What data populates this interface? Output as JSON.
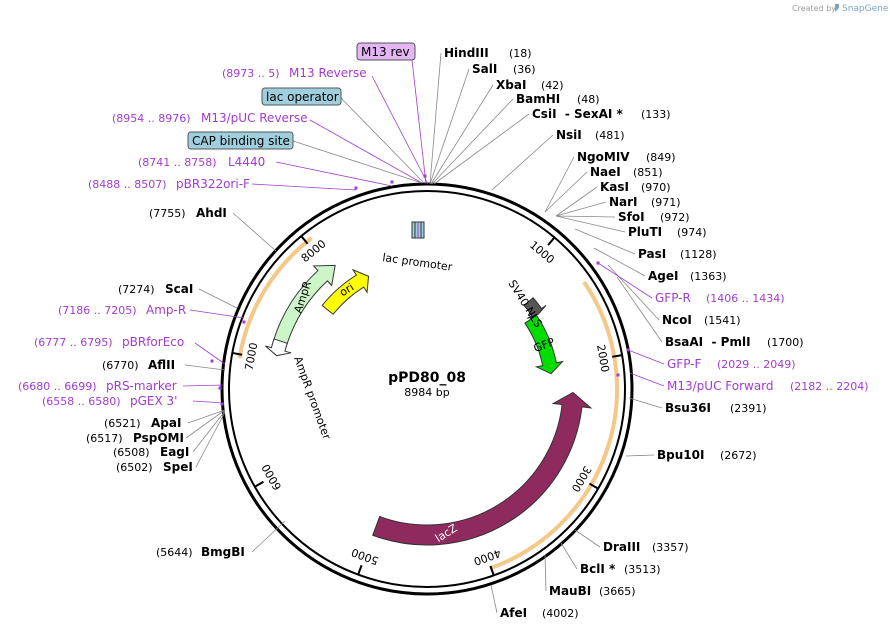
{
  "plasmid": {
    "name": "pPD80_08",
    "length_label": "8984 bp",
    "total_bp": 8984
  },
  "credit": {
    "created_by": "Created by",
    "brand": "SnapGene"
  },
  "ticks": [
    "1000",
    "2000",
    "3000",
    "4000",
    "5000",
    "6000",
    "7000",
    "8000"
  ],
  "sites_right": [
    {
      "name": "HindIII",
      "pos": "(18)"
    },
    {
      "name": "SalI",
      "pos": "(36)"
    },
    {
      "name": "XbaI",
      "pos": "(42)"
    },
    {
      "name": "BamHI",
      "pos": "(48)"
    },
    {
      "name": "CsiI  - SexAI *",
      "pos": "(133)"
    },
    {
      "name": "NsiI",
      "pos": "(481)"
    },
    {
      "name": "NgoMIV",
      "pos": "(849)"
    },
    {
      "name": "NaeI",
      "pos": "(851)"
    },
    {
      "name": "KasI",
      "pos": "(970)"
    },
    {
      "name": "NarI",
      "pos": "(971)"
    },
    {
      "name": "SfoI",
      "pos": "(972)"
    },
    {
      "name": "PluTI",
      "pos": "(974)"
    },
    {
      "name": "PasI",
      "pos": "(1128)"
    },
    {
      "name": "AgeI",
      "pos": "(1363)"
    },
    {
      "name": "NcoI",
      "pos": "(1541)"
    },
    {
      "name": "BsaAI  - PmlI",
      "pos": "(1700)"
    },
    {
      "name": "Bsu36I",
      "pos": "(2391)"
    },
    {
      "name": "Bpu10I",
      "pos": "(2672)"
    },
    {
      "name": "DraIII",
      "pos": "(3357)"
    },
    {
      "name": "BclI *",
      "pos": "(3513)"
    },
    {
      "name": "MauBI",
      "pos": "(3665)"
    },
    {
      "name": "AfeI",
      "pos": "(4002)"
    }
  ],
  "sites_left": [
    {
      "name": "AhdI",
      "pos": "(7755)"
    },
    {
      "name": "ScaI",
      "pos": "(7274)"
    },
    {
      "name": "AflII",
      "pos": "(6770)"
    },
    {
      "name": "ApaI",
      "pos": "(6521)"
    },
    {
      "name": "PspOMI",
      "pos": "(6517)"
    },
    {
      "name": "EagI",
      "pos": "(6508)"
    },
    {
      "name": "SpeI",
      "pos": "(6502)"
    },
    {
      "name": "BmgBI",
      "pos": "(5644)"
    }
  ],
  "primers_left": [
    {
      "name": "M13 Reverse",
      "pos": "(8973 .. 5)"
    },
    {
      "name": "M13/pUC Reverse",
      "pos": "(8954 .. 8976)"
    },
    {
      "name": "L4440",
      "pos": "(8741 .. 8758)"
    },
    {
      "name": "pBR322ori-F",
      "pos": "(8488 .. 8507)"
    },
    {
      "name": "Amp-R",
      "pos": "(7186 .. 7205)"
    },
    {
      "name": "pBRforEco",
      "pos": "(6777 .. 6795)"
    },
    {
      "name": "pRS-marker",
      "pos": "(6680 .. 6699)"
    },
    {
      "name": "pGEX 3'",
      "pos": "(6558 .. 6580)"
    }
  ],
  "primers_right": [
    {
      "name": "GFP-R",
      "pos": "(1406 .. 1434)"
    },
    {
      "name": "GFP-F",
      "pos": "(2029 .. 2049)"
    },
    {
      "name": "M13/pUC Forward",
      "pos": "(2182 .. 2204)"
    }
  ],
  "boxed_features": [
    "M13 rev",
    "lac operator",
    "CAP binding site"
  ],
  "features": {
    "ori": "ori",
    "lac_promoter": "lac promoter",
    "ampr": "AmpR",
    "ampr_promoter": "AmpR promoter",
    "sv40_nls": "SV40 NLS",
    "gfp": "GFP",
    "lacz": "lacZ"
  },
  "colors": {
    "ori": "#ffff00",
    "ampr": "#ccf5c8",
    "gfp": "#00dd00",
    "lacz": "#8e2a5e",
    "primer": "#a23cce",
    "highlight": "#f4c27a",
    "box_purple": "#e3b5f3",
    "box_blue": "#9fcfde"
  }
}
